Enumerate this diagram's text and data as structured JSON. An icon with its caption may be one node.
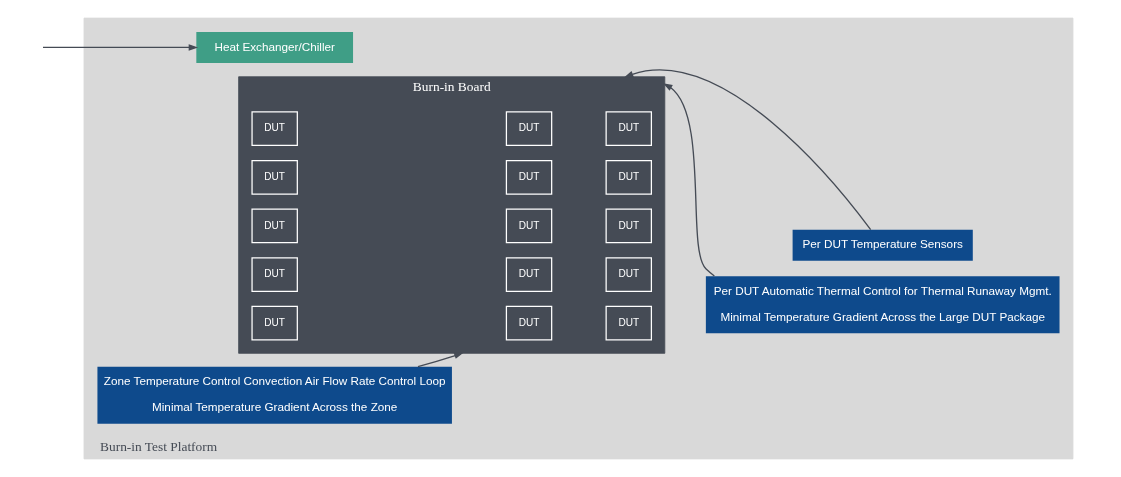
{
  "diagram": {
    "nodes": [
      {
        "text": [
          "Burn-in Test Platform"
        ]
      },
      {
        "text": [
          "Heat Exchanger/Chiller"
        ],
        "in": 0
      },
      {
        "text": [
          "Zone Temperature Control Convection Air Flow Rate Control Loop",
          "Minimal Temperature Gradient Across the Zone"
        ],
        "in": 0
      },
      {
        "text": [
          "Burn-in Board"
        ],
        "in": 0
      },
      {
        "text": [
          "DUT"
        ],
        "in": 3
      },
      {
        "text": [
          "DUT"
        ],
        "in": 3
      },
      {
        "text": [
          "DUT"
        ],
        "in": 3
      },
      {
        "text": [
          "DUT"
        ],
        "in": 3
      },
      {
        "text": [
          "DUT"
        ],
        "in": 3
      },
      {
        "text": [
          "DUT"
        ],
        "in": 3
      },
      {
        "text": [
          "DUT"
        ],
        "in": 3
      },
      {
        "text": [
          "DUT"
        ],
        "in": 3
      },
      {
        "text": [
          "DUT"
        ],
        "in": 3
      },
      {
        "text": [
          "DUT"
        ],
        "in": 3
      },
      {
        "text": [
          "DUT"
        ],
        "in": 3
      },
      {
        "text": [
          "DUT"
        ],
        "in": 3
      },
      {
        "text": [
          "DUT"
        ],
        "in": 3
      },
      {
        "text": [
          "DUT"
        ],
        "in": 3
      },
      {
        "text": [
          "DUT"
        ],
        "in": 3
      },
      {
        "text": [
          "Per DUT Automatic Thermal Control for Thermal Runaway Mgmt.",
          "Minimal Temperature Gradient Across the Large DUT Package"
        ],
        "in": 0
      },
      {
        "text": [
          "Per DUT Temperature Sensors"
        ],
        "in": 0
      }
    ],
    "edges": [
      {
        "from": null,
        "to": 1,
        "arrow": "to"
      },
      {
        "from": 2,
        "to": 3,
        "arrow": "to"
      },
      {
        "from": 19,
        "to": 3,
        "arrow": "to"
      },
      {
        "from": 20,
        "to": 3,
        "arrow": "to"
      }
    ]
  }
}
